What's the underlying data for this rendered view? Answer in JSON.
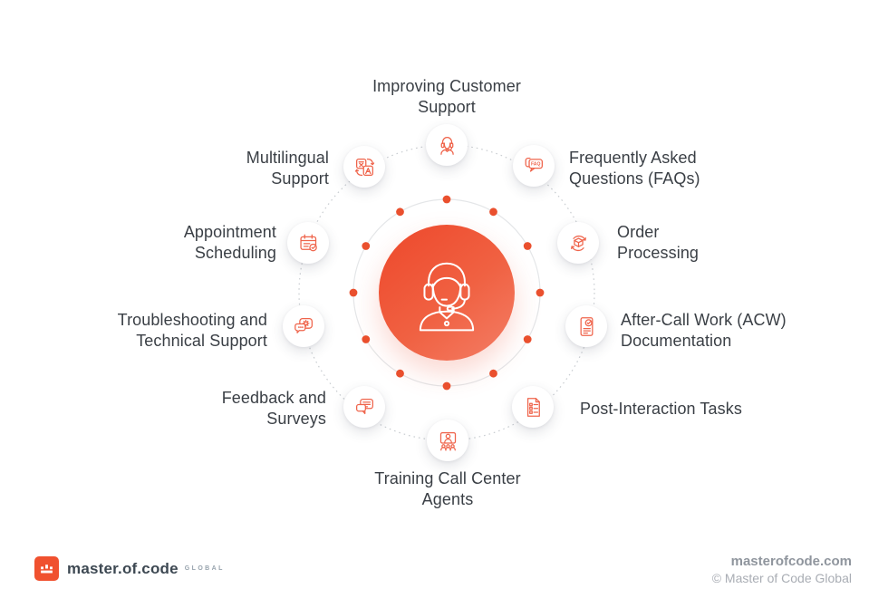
{
  "diagram": {
    "center_icon": "support-agent-icon",
    "items": [
      {
        "label": "Improving Customer\nSupport",
        "icon": "support-agent-icon"
      },
      {
        "label": "Frequently Asked\nQuestions (FAQs)",
        "icon": "faq-bubble-icon"
      },
      {
        "label": "Order\nProcessing",
        "icon": "order-box-sync-icon"
      },
      {
        "label": "After-Call Work (ACW)\nDocumentation",
        "icon": "document-check-icon"
      },
      {
        "label": "Post-Interaction Tasks",
        "icon": "checklist-document-icon"
      },
      {
        "label": "Training Call Center\nAgents",
        "icon": "training-presentation-icon"
      },
      {
        "label": "Feedback and\nSurveys",
        "icon": "feedback-bubbles-icon"
      },
      {
        "label": "Troubleshooting and\nTechnical Support",
        "icon": "support-gear-bubble-icon"
      },
      {
        "label": "Appointment\nScheduling",
        "icon": "calendar-check-icon"
      },
      {
        "label": "Multilingual\nSupport",
        "icon": "translate-icon"
      }
    ]
  },
  "colors": {
    "accent": "#EE4D2E",
    "accent_light": "#F47A60",
    "icon_stroke": "#EF644B",
    "text": "#3A3F45",
    "ring_dot": "#EA502E"
  },
  "footer": {
    "logo_text": "master.of.code",
    "logo_suffix": "GLOBAL",
    "website": "masterofcode.com",
    "copyright": "© Master of Code Global"
  }
}
